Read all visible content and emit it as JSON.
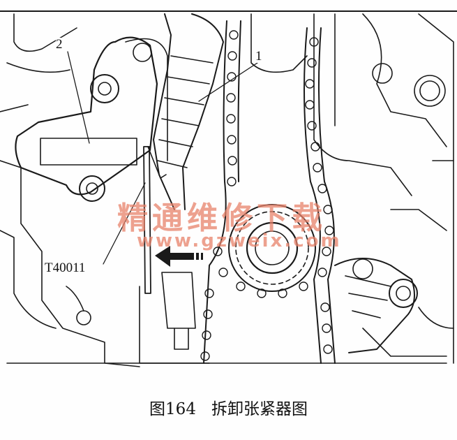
{
  "labels": {
    "part_1": "1",
    "part_2": "2",
    "tool": "T40011"
  },
  "watermark": {
    "text_cn": "精通维修下载",
    "url": "www.gzweix.com"
  },
  "caption": {
    "number": "图164",
    "title": "拆卸张紧器图"
  },
  "colors": {
    "line": "#1a1a1a",
    "watermark": "#e8826a",
    "background": "#fefefe"
  }
}
